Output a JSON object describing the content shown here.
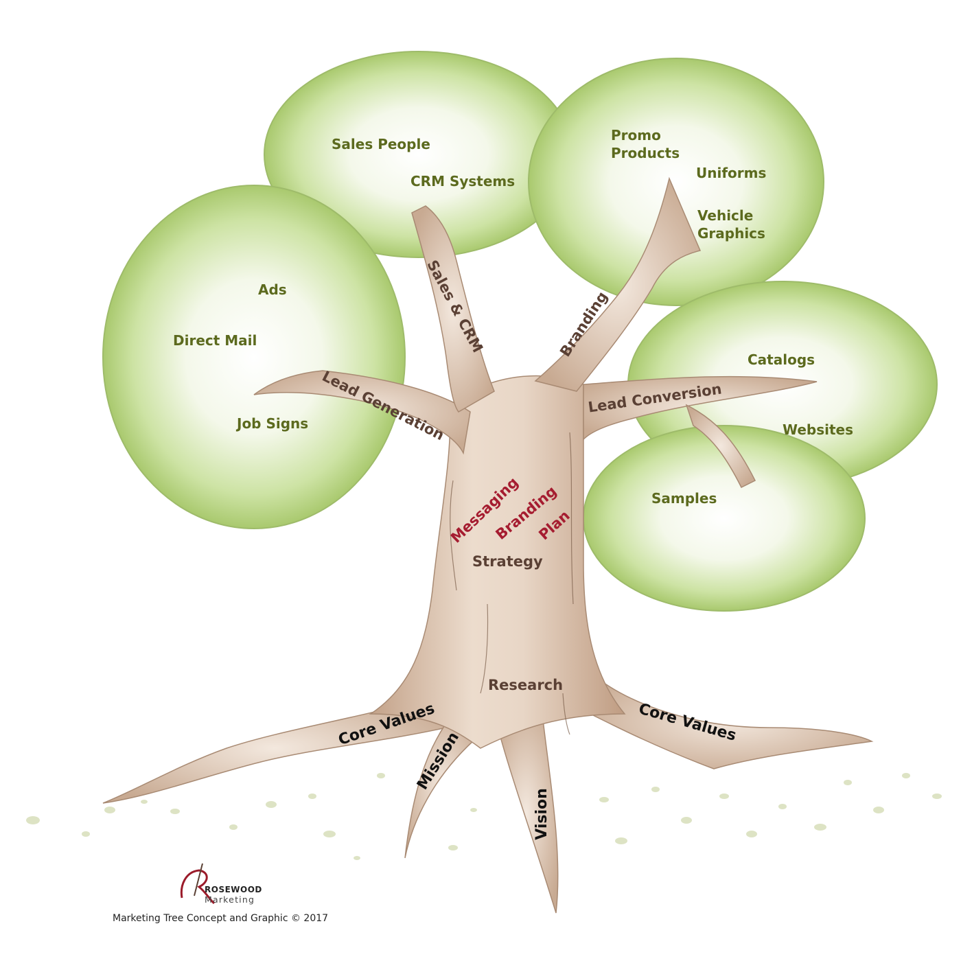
{
  "leaves": {
    "sales_people": "Sales People",
    "crm_systems": "CRM Systems",
    "promo_line1": "Promo",
    "promo_line2": "Products",
    "uniforms": "Uniforms",
    "vehicle_line1": "Vehicle",
    "vehicle_line2": "Graphics",
    "ads": "Ads",
    "direct_mail": "Direct Mail",
    "job_signs": "Job Signs",
    "catalogs": "Catalogs",
    "websites": "Websites",
    "samples": "Samples"
  },
  "branches": {
    "sales_crm": "Sales & CRM",
    "branding": "Branding",
    "lead_generation": "Lead Generation",
    "lead_conversion": "Lead Conversion"
  },
  "trunk": {
    "messaging": "Messaging",
    "branding": "Branding",
    "plan": "Plan",
    "strategy": "Strategy",
    "research": "Research"
  },
  "roots": {
    "core_values_left": "Core Values",
    "core_values_right": "Core Values",
    "mission": "Mission",
    "vision": "Vision"
  },
  "footer": {
    "logo_brand": "ROSEWOOD",
    "logo_sub": "Marketing",
    "copyright": "Marketing Tree Concept and Graphic © 2017"
  },
  "colors": {
    "foliage": "#b6d27e",
    "trunk": "#c8aa92",
    "leaf_text": "#5c6a1e",
    "branch_text": "#5a4034",
    "trunk_accent_text": "#a51c30",
    "logo_accent": "#9b1b2a"
  }
}
